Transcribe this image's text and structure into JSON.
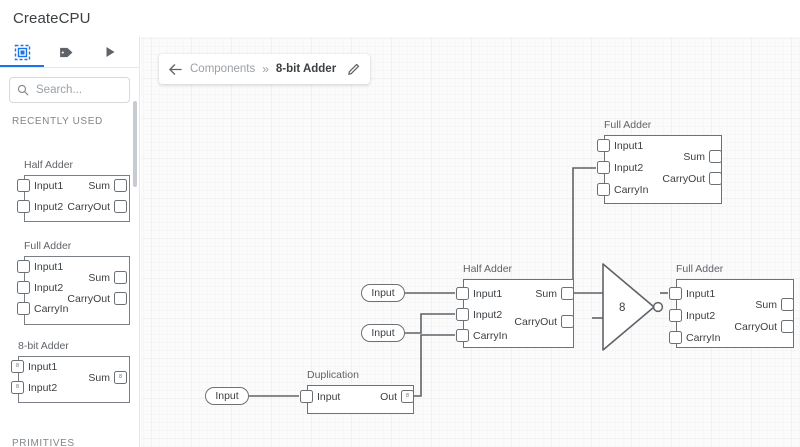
{
  "app": {
    "title": "CreateCPU"
  },
  "sidebar": {
    "tabs": [
      {
        "name": "components-tab",
        "icon": "chip-icon",
        "active": true
      },
      {
        "name": "tags-tab",
        "icon": "tag-icon",
        "active": false
      },
      {
        "name": "run-tab",
        "icon": "play-icon",
        "active": false
      }
    ],
    "search": {
      "placeholder": "Search...",
      "value": "",
      "icon": "search-icon"
    },
    "sections": [
      {
        "label": "RECENTLY USED"
      },
      {
        "label": "PRIMITIVES"
      }
    ],
    "components": [
      {
        "title": "Half Adder",
        "inputs": [
          "Input1",
          "Input2"
        ],
        "outputs": [
          "Sum",
          "CarryOut"
        ],
        "bus": false
      },
      {
        "title": "Full Adder",
        "inputs": [
          "Input1",
          "Input2",
          "CarryIn"
        ],
        "outputs": [
          "Sum",
          "CarryOut"
        ],
        "bus": false
      },
      {
        "title": "8-bit Adder",
        "inputs": [
          "Input1",
          "Input2"
        ],
        "outputs": [
          "Sum"
        ],
        "bus": true,
        "bus_width": "8"
      }
    ]
  },
  "canvas": {
    "breadcrumb": {
      "root": "Components",
      "separator": "»",
      "current": "8-bit Adder",
      "edit_icon": "pencil-icon",
      "back_icon": "arrow-left-icon"
    },
    "nodes": [
      {
        "id": "full-adder-top",
        "title": "Full Adder",
        "inputs": [
          "Input1",
          "Input2",
          "CarryIn"
        ],
        "outputs": [
          "Sum",
          "CarryOut"
        ]
      },
      {
        "id": "half-adder-mid",
        "title": "Half Adder",
        "inputs": [
          "Input1",
          "Input2",
          "CarryIn"
        ],
        "outputs": [
          "Sum",
          "CarryOut"
        ]
      },
      {
        "id": "full-adder-right",
        "title": "Full Adder",
        "inputs": [
          "Input1",
          "Input2",
          "CarryIn"
        ],
        "outputs": [
          "Sum",
          "CarryOut"
        ]
      },
      {
        "id": "duplication",
        "title": "Duplication",
        "inputs": [
          "Input"
        ],
        "outputs": [
          "Out"
        ],
        "bus_width": "8"
      }
    ],
    "input_pills": [
      {
        "id": "input-pill-1",
        "label": "Input"
      },
      {
        "id": "input-pill-2",
        "label": "Input"
      },
      {
        "id": "input-pill-3",
        "label": "Input"
      }
    ],
    "buffer_gate": {
      "id": "bus-buffer",
      "label": "8",
      "inverted": true
    }
  },
  "colors": {
    "accent": "#1a73e8",
    "wire": "#5f6368",
    "outline": "#6e7276",
    "text": "#3c4043",
    "muted": "#9aa0a6",
    "canvas_bg": "#fbfbfb",
    "grid_minor": "#f6f6f6",
    "grid_major": "#f1f1f1"
  }
}
